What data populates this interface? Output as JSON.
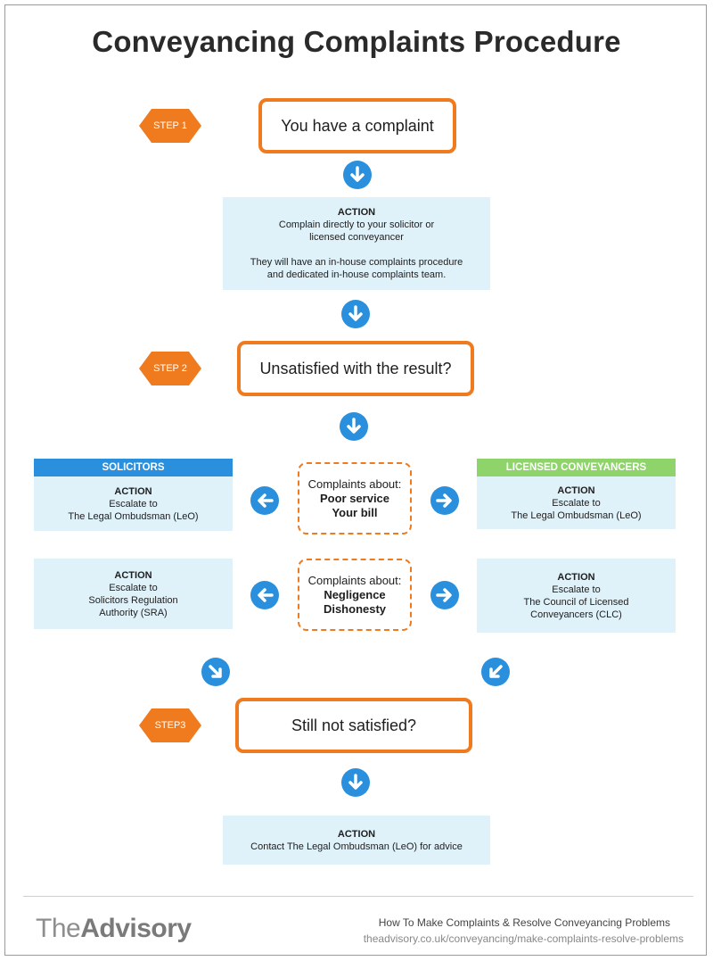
{
  "title": "Conveyancing Complaints Procedure",
  "colors": {
    "accent_orange": "#f07b1f",
    "arrow_blue": "#2a8fdc",
    "action_bg": "#dff1f9",
    "solicitors": "#2a8fdc",
    "conveyancers": "#8ed46a"
  },
  "steps": [
    {
      "badge": "STEP 1",
      "text": "You have a complaint"
    },
    {
      "badge": "STEP 2",
      "text": "Unsatisfied with the result?"
    },
    {
      "badge": "STEP3",
      "text": "Still not satisfied?"
    }
  ],
  "action1": {
    "head": "ACTION",
    "line1": "Complain directly to your solicitor or",
    "line2": "licensed conveyancer",
    "line3": "They will have an in-house complaints procedure",
    "line4": "and dedicated in-house complaints team."
  },
  "solicitors": {
    "header": "SOLICITORS",
    "action_a": {
      "head": "ACTION",
      "line1": "Escalate to",
      "line2": "The Legal Ombudsman (LeO)"
    },
    "action_b": {
      "head": "ACTION",
      "line1": "Escalate to",
      "line2": "Solicitors Regulation",
      "line3": "Authority (SRA)"
    }
  },
  "conveyancers": {
    "header": "LICENSED CONVEYANCERS",
    "action_a": {
      "head": "ACTION",
      "line1": "Escalate to",
      "line2": "The Legal Ombudsman (LeO)"
    },
    "action_b": {
      "head": "ACTION",
      "line1": "Escalate to",
      "line2": "The Council of Licensed",
      "line3": "Conveyancers (CLC)"
    }
  },
  "complaints_a": {
    "label": "Complaints about:",
    "item1": "Poor service",
    "item2": "Your bill"
  },
  "complaints_b": {
    "label": "Complaints about:",
    "item1": "Negligence",
    "item2": "Dishonesty"
  },
  "final_action": {
    "head": "ACTION",
    "line1": "Contact The Legal Ombudsman (LeO) for advice"
  },
  "footer": {
    "logo_light": "The",
    "logo_bold": "Advisory",
    "caption": "How To Make Complaints & Resolve Conveyancing Problems",
    "url": "theadvisory.co.uk/conveyancing/make-complaints-resolve-problems"
  },
  "icons": [
    "arrow-down-icon",
    "arrow-left-icon",
    "arrow-right-icon",
    "arrow-down-right-icon",
    "arrow-down-left-icon",
    "step-diamond"
  ]
}
